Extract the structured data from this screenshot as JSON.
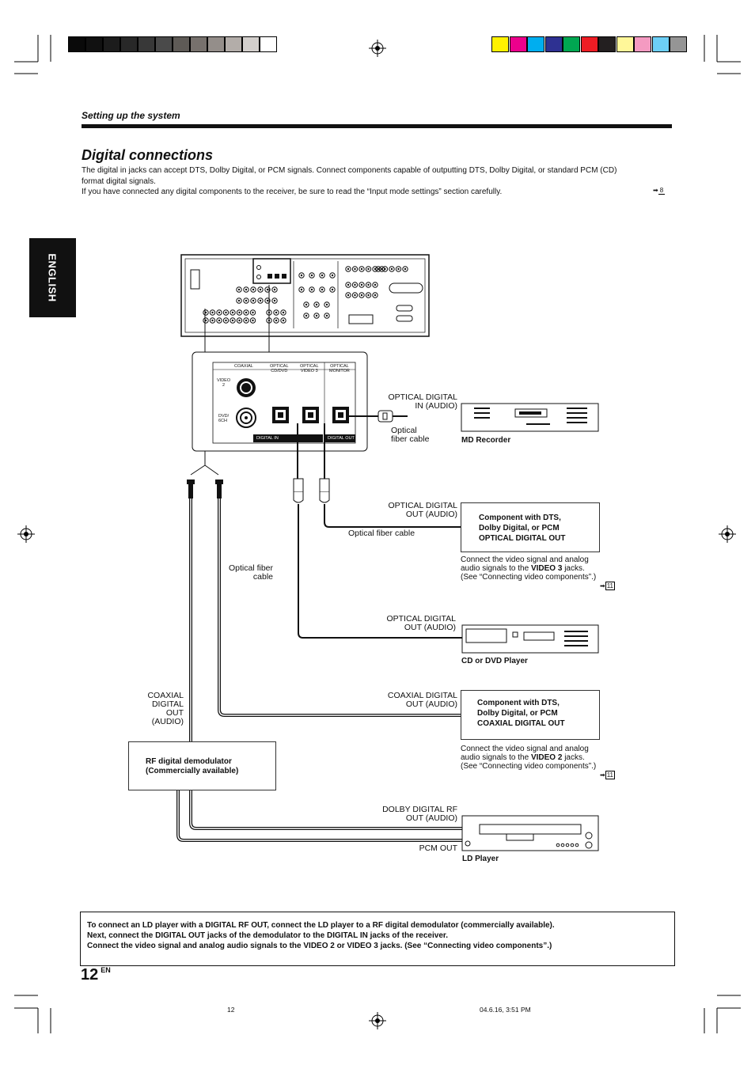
{
  "header": {
    "section": "Setting up the system"
  },
  "side_tab": "ENGLISH",
  "title": "Digital connections",
  "intro": {
    "line1": "The digital in jacks can accept DTS, Dolby Digital, or PCM signals. Connect components capable of outputting DTS, Dolby Digital, or standard PCM (CD)",
    "line2": "format digital signals.",
    "line3": "If you have connected any digital components to the receiver, be sure to read the “Input mode settings” section carefully.",
    "ref": "8"
  },
  "panel": {
    "col_coaxial": "COAXIAL",
    "col_optical1": "OPTICAL",
    "col_optical1_sub": "CD/DVD",
    "col_optical2": "OPTICAL",
    "col_optical2_sub": "VIDEO 3",
    "col_optical3": "OPTICAL",
    "col_optical3_sub": "MONITOR",
    "video2": "VIDEO\n2",
    "dvd6ch": "DVD/\n6CH",
    "digital_in": "DIGITAL IN",
    "digital_out": "DIGITAL OUT"
  },
  "labels": {
    "opt_in_audio": "OPTICAL DIGITAL\nIN (AUDIO)",
    "optical_fiber_cable_1": "Optical\nfiber cable",
    "md_recorder": "MD Recorder",
    "opt_out_audio_1": "OPTICAL DIGITAL\nOUT (AUDIO)",
    "optical_fiber_cable_2": "Optical fiber cable",
    "comp_optical": "Component with DTS,\nDolby Digital, or PCM\nOPTICAL DIGITAL OUT",
    "video3_note_a": "Connect the video signal and analog",
    "video3_note_b": "audio signals to the ",
    "video3_bold": "VIDEO 3",
    "video3_note_c": " jacks.",
    "video3_note_d": "(See “Connecting video components”.)",
    "ref11_a": "11",
    "optical_fiber_cable_3": "Optical fiber\ncable",
    "opt_out_audio_2": "OPTICAL DIGITAL\nOUT (AUDIO)",
    "cd_dvd_player": "CD or DVD Player",
    "coaxial_digital_out_left": "COAXIAL\nDIGITAL\nOUT\n(AUDIO)",
    "coaxial_digital_out_right": "COAXIAL DIGITAL\nOUT (AUDIO)",
    "comp_coaxial": "Component with DTS,\nDolby Digital, or PCM\nCOAXIAL DIGITAL OUT",
    "video2_note_a": "Connect the video signal and analog",
    "video2_note_b": "audio signals to the ",
    "video2_bold": "VIDEO 2",
    "video2_note_c": " jacks.",
    "video2_note_d": "(See “Connecting video components”.)",
    "ref11_b": "11",
    "rf_demod": "RF digital demodulator\n(Commercially available)",
    "dolby_rf_out": "DOLBY DIGITAL RF\nOUT (AUDIO)",
    "pcm_out": "PCM OUT",
    "ld_player": "LD Player"
  },
  "note": {
    "line1": "To connect an LD player with a DIGITAL RF OUT, connect the LD player to a RF digital demodulator (commercially available).",
    "line2": "Next, connect the DIGITAL OUT jacks of the demodulator to the DIGITAL IN jacks of the receiver.",
    "line3": "Connect the video signal and analog audio signals to the VIDEO 2  or VIDEO 3 jacks. (See “Connecting video components”.)"
  },
  "footer": {
    "page_number": "12",
    "page_suffix": "EN",
    "file_page": "12",
    "timestamp": "04.6.16, 3:51 PM"
  },
  "colors": {
    "gray_bar": [
      "#0a0a0a",
      "#111111",
      "#1c1c1c",
      "#282828",
      "#383838",
      "#4a4a4a",
      "#5e5a56",
      "#77716d",
      "#948e8a",
      "#b3ada9",
      "#d3cfcc",
      "#ffffff"
    ],
    "color_bar": [
      "#fff200",
      "#ec008c",
      "#00aeef",
      "#2e3192",
      "#00a651",
      "#ed1c24",
      "#231f20",
      "#fff799",
      "#f49ac1",
      "#6dcff6",
      "#959595"
    ]
  }
}
